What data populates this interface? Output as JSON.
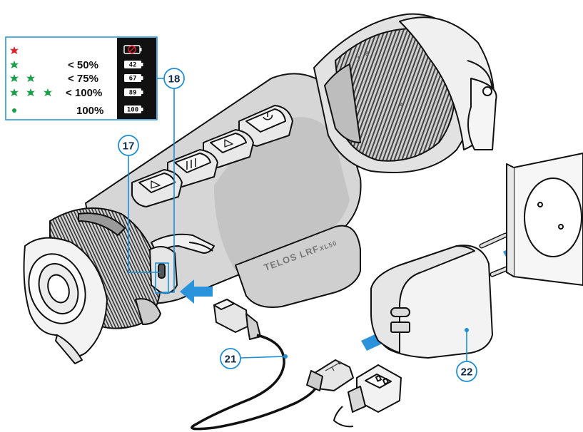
{
  "legend": {
    "rows": [
      {
        "indicator": "red-star",
        "label": "",
        "battery": ""
      },
      {
        "indicator": "one-green-star",
        "label": "< 50%",
        "battery": "42"
      },
      {
        "indicator": "two-green-stars",
        "label": "< 75%",
        "battery": "67"
      },
      {
        "indicator": "three-green-stars",
        "label": "< 100%",
        "battery": "89"
      },
      {
        "indicator": "green-dot",
        "label": "100%",
        "battery": "100"
      }
    ],
    "empty_battery_icon": "battery-empty-crossed-icon"
  },
  "callouts": {
    "c17": "17",
    "c18": "18",
    "c21": "21",
    "c22": "22"
  },
  "device": {
    "brand": "TELOS LRF",
    "model": "XL50",
    "dial_marks": [
      "8",
      "1",
      "4"
    ]
  },
  "colors": {
    "callout_ring": "#1e8fd6",
    "arrow": "#2a93db",
    "red_led": "#e0202a",
    "green_led": "#1aa049",
    "device_body": "#d4d4d4",
    "outline": "#111111"
  }
}
